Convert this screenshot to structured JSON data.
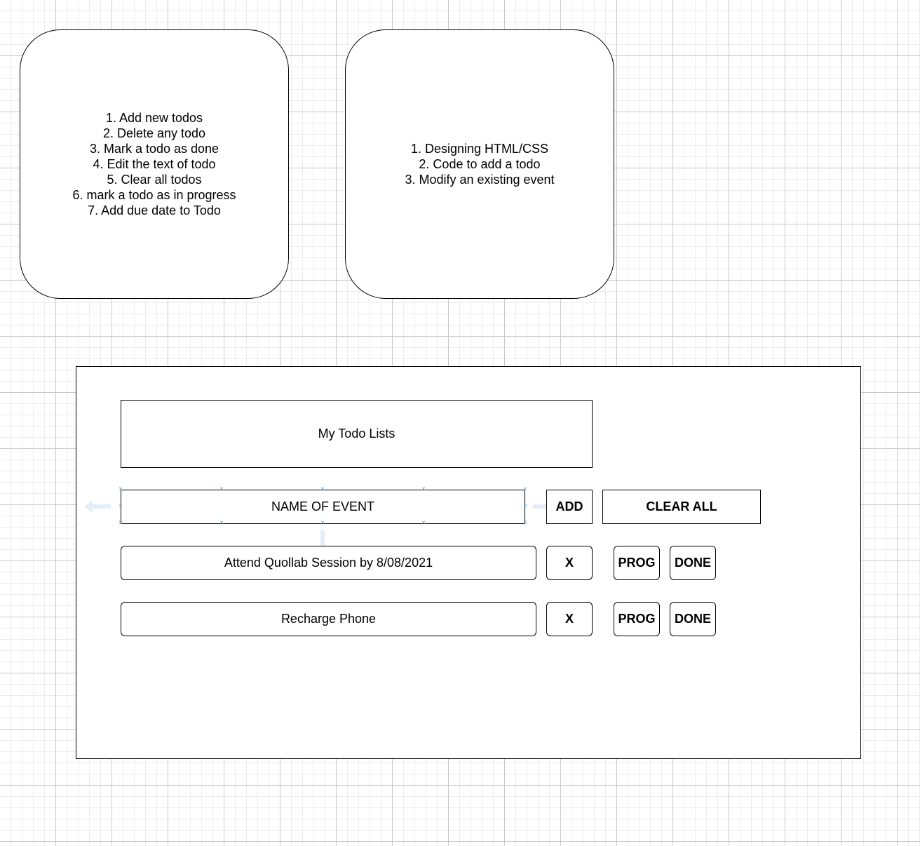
{
  "notes": {
    "features": [
      "1. Add new todos",
      "2. Delete any todo",
      "3. Mark a todo as done",
      "4. Edit the text of todo",
      "5. Clear all todos",
      "6. mark a todo as in progress",
      "7. Add due date to Todo"
    ],
    "tasks": [
      "1. Designing HTML/CSS",
      "2. Code to add a todo",
      "3. Modify an existing event"
    ]
  },
  "app": {
    "title": "My Todo Lists",
    "event_input_value": "NAME OF EVENT",
    "add_label": "ADD",
    "clear_all_label": "CLEAR ALL",
    "todos": [
      {
        "text": "Attend Quollab Session by 8/08/2021",
        "delete_label": "X",
        "progress_label": "PROG",
        "done_label": "DONE"
      },
      {
        "text": "Recharge Phone",
        "delete_label": "X",
        "progress_label": "PROG",
        "done_label": "DONE"
      }
    ]
  },
  "colors": {
    "selection_handle": "#5aa0dc",
    "grid_major": "#c9c9c9",
    "grid_minor": "#ededed"
  }
}
